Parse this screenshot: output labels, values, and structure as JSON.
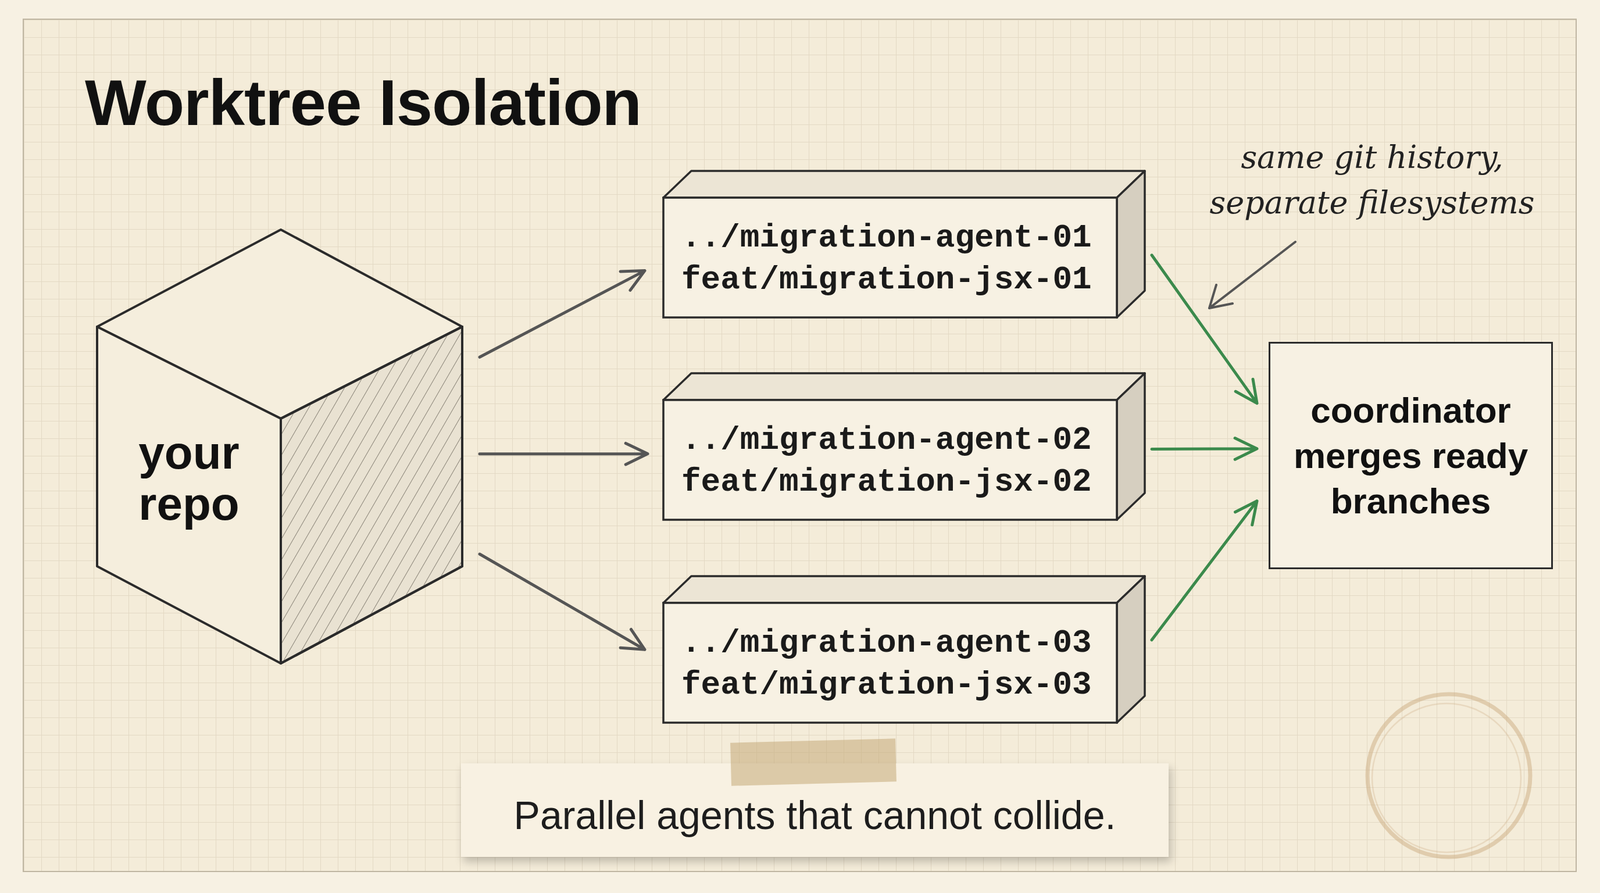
{
  "diagram": {
    "title": "Worktree Isolation",
    "caption": "Parallel agents that cannot collide.",
    "nodes": [
      {
        "text": [
          "your repo"
        ]
      },
      {
        "text": [
          "../migration-agent-01",
          "feat/migration-jsx-01"
        ]
      },
      {
        "text": [
          "../migration-agent-02",
          "feat/migration-jsx-02"
        ]
      },
      {
        "text": [
          "../migration-agent-03",
          "feat/migration-jsx-03"
        ]
      },
      {
        "text": [
          "coordinator merges ready branches"
        ]
      }
    ],
    "edges": [
      {
        "from": 0,
        "to": 1,
        "arrow": "to"
      },
      {
        "from": 0,
        "to": 2,
        "arrow": "to"
      },
      {
        "from": 0,
        "to": 3,
        "arrow": "to"
      },
      {
        "from": 1,
        "to": 4,
        "arrow": "to"
      },
      {
        "from": 2,
        "to": 4,
        "arrow": "to"
      },
      {
        "from": 3,
        "to": 4,
        "arrow": "to"
      }
    ],
    "labels": [
      "same git history, separate filesystems"
    ]
  }
}
